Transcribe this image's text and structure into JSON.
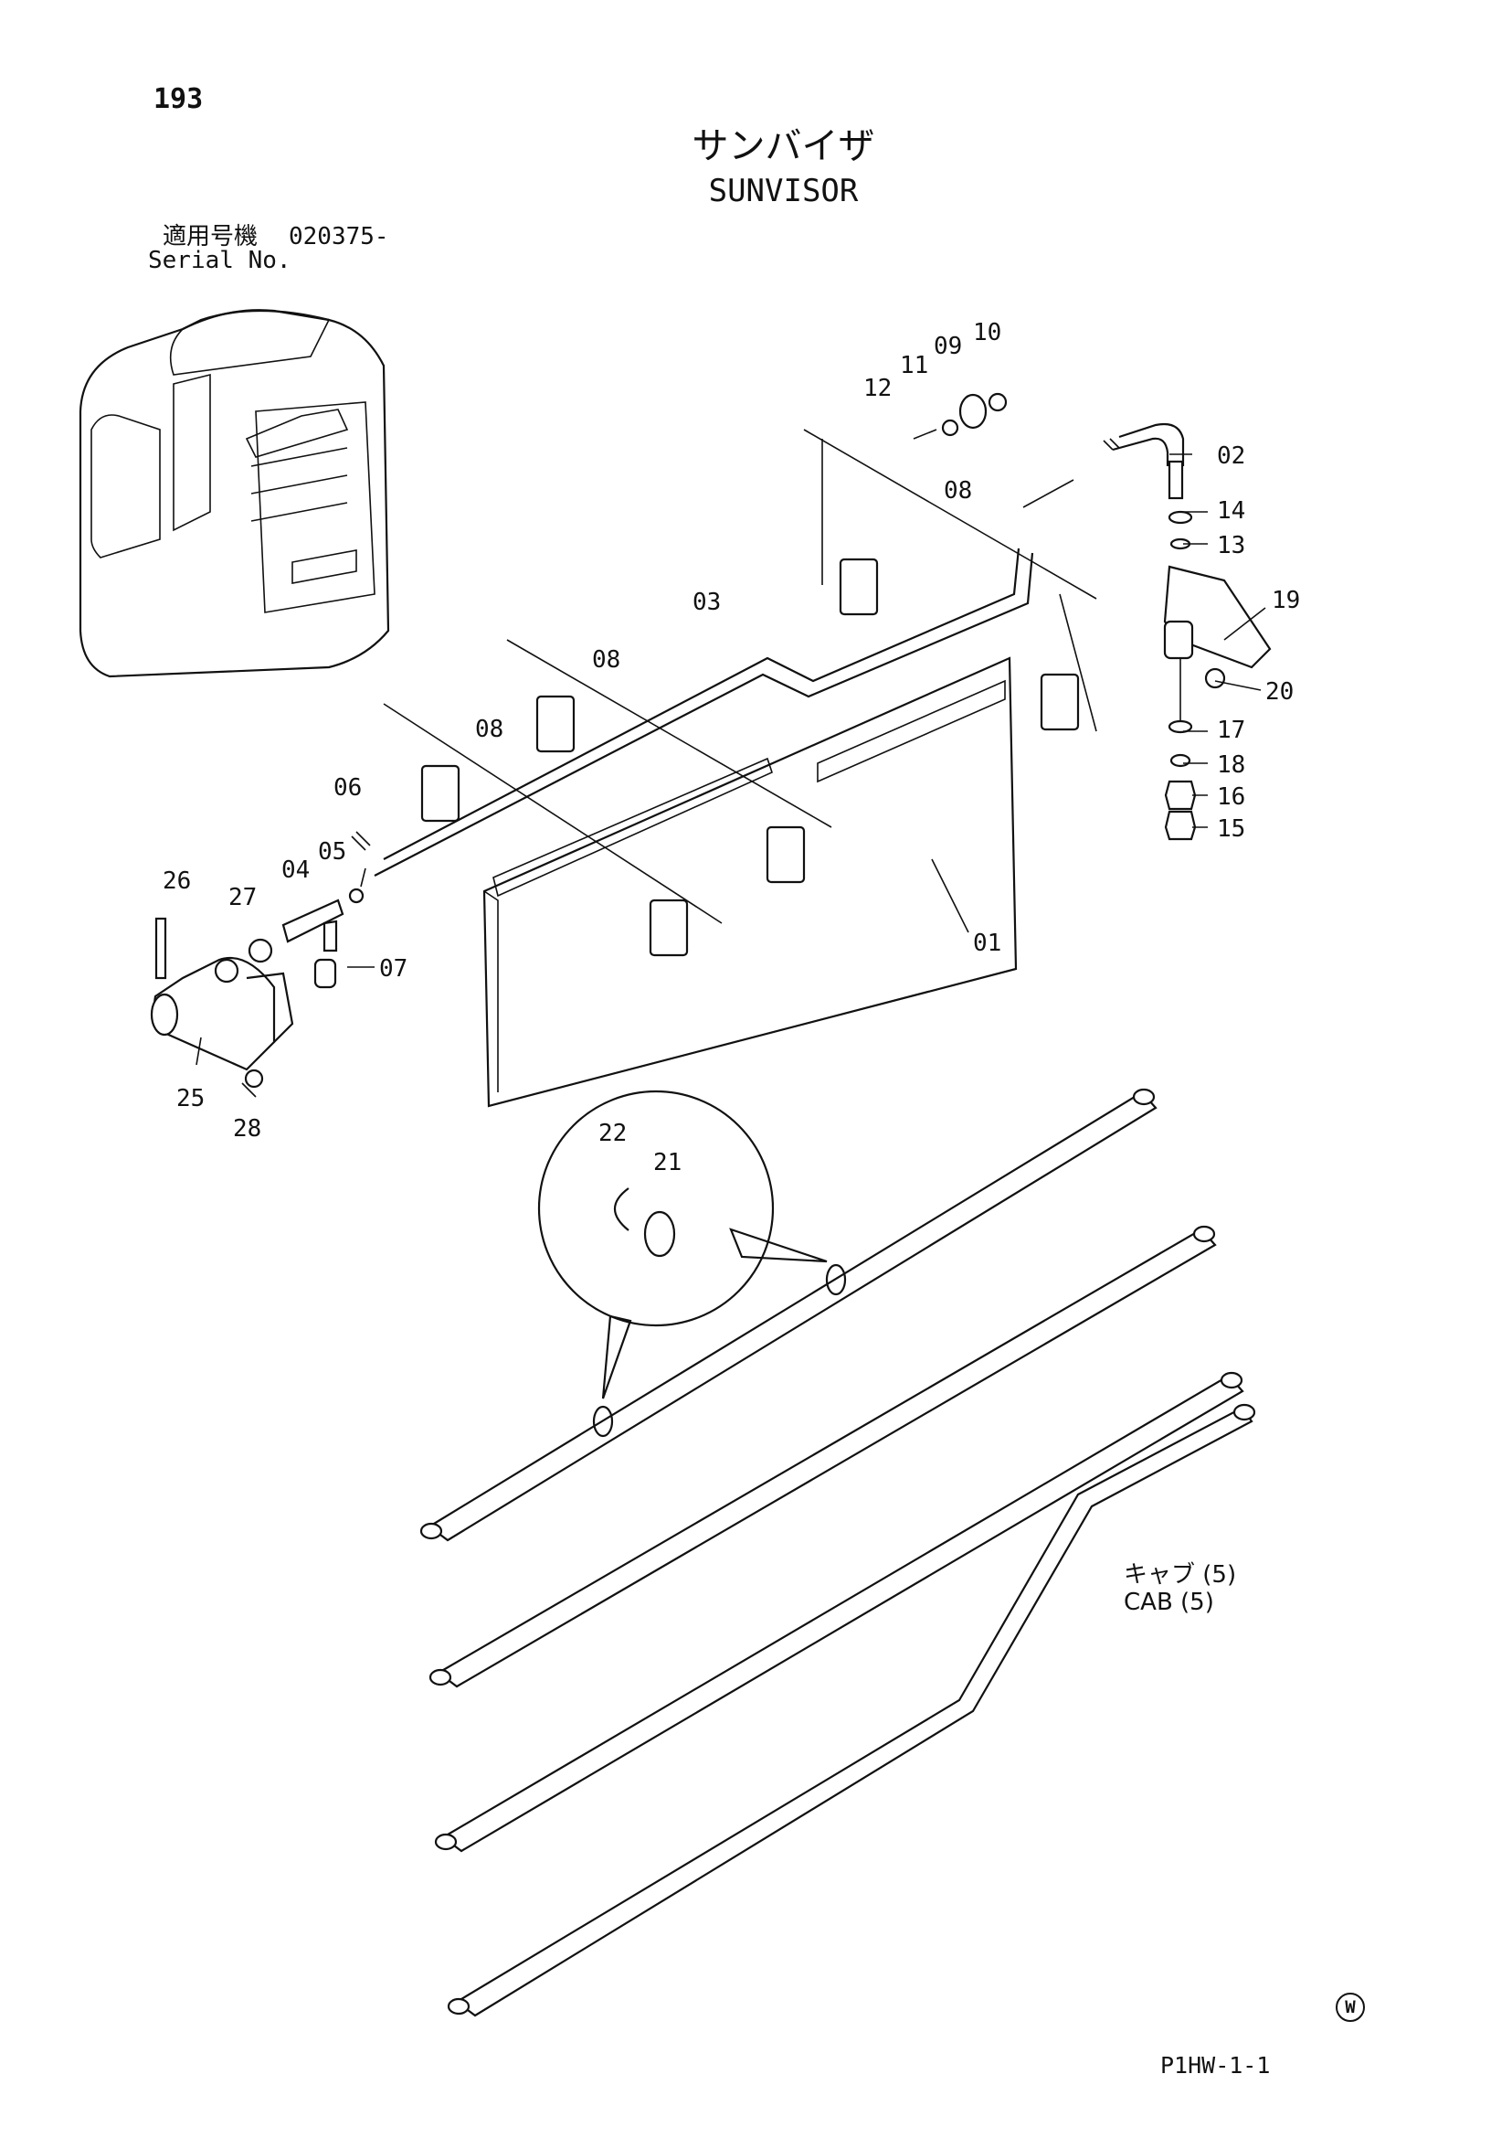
{
  "page_number": "193",
  "title_jp": "サンバイザ",
  "title_en": "SUNVISOR",
  "serial": {
    "label_jp": "適用号機",
    "label_en": "Serial No.",
    "value": "020375-"
  },
  "cab_note": {
    "jp": "キャブ (5)",
    "en": "CAB (5)"
  },
  "w_mark": "W",
  "page_code": "P1HW-1-1",
  "callouts": {
    "p01": "01",
    "p02": "02",
    "p03": "03",
    "p04": "04",
    "p05": "05",
    "p06": "06",
    "p07": "07",
    "p08a": "08",
    "p08b": "08",
    "p08c": "08",
    "p09": "09",
    "p10": "10",
    "p11": "11",
    "p12": "12",
    "p13": "13",
    "p14": "14",
    "p15": "15",
    "p16": "16",
    "p17": "17",
    "p18": "18",
    "p19": "19",
    "p20": "20",
    "p21": "21",
    "p22": "22",
    "p25": "25",
    "p26": "26",
    "p27": "27",
    "p28": "28"
  }
}
